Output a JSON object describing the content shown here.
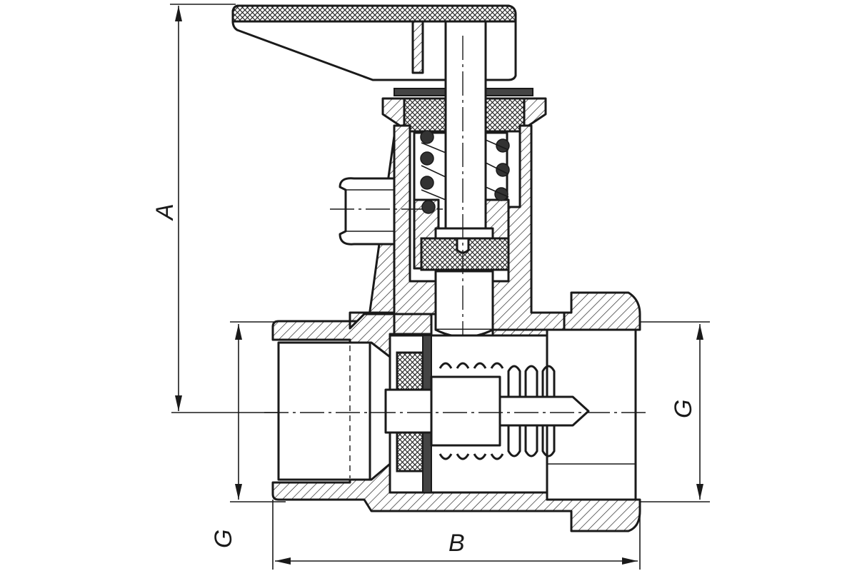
{
  "dimensions": {
    "height_label": "A",
    "width_label": "B",
    "thread_left_label": "G",
    "thread_right_label": "G"
  },
  "colors": {
    "line": "#1a1a1a",
    "background": "#ffffff"
  }
}
